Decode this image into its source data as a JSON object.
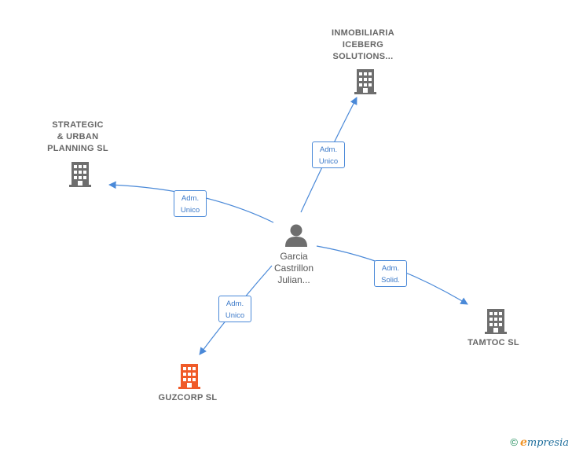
{
  "colors": {
    "edge": "#4a89d8",
    "building_default": "#6e6e6e",
    "building_highlight": "#f05a28",
    "person": "#6e6e6e"
  },
  "center": {
    "icon": "person-icon",
    "lines": [
      "Garcia",
      "Castrillon",
      "Julian..."
    ]
  },
  "companies": [
    {
      "id": "inmobiliaria",
      "icon": "building-icon",
      "highlight": false,
      "lines": [
        "INMOBILIARIA",
        "ICEBERG",
        "SOLUTIONS..."
      ]
    },
    {
      "id": "strategic",
      "icon": "building-icon",
      "highlight": false,
      "lines": [
        "STRATEGIC",
        "& URBAN",
        "PLANNING  SL"
      ]
    },
    {
      "id": "tamtoc",
      "icon": "building-icon",
      "highlight": false,
      "lines": [
        "TAMTOC  SL"
      ]
    },
    {
      "id": "guzcorp",
      "icon": "building-icon",
      "highlight": true,
      "lines": [
        "GUZCORP  SL"
      ]
    }
  ],
  "edges": [
    {
      "to": "inmobiliaria",
      "lines": [
        "Adm.",
        "Unico"
      ]
    },
    {
      "to": "strategic",
      "lines": [
        "Adm.",
        "Unico"
      ]
    },
    {
      "to": "tamtoc",
      "lines": [
        "Adm.",
        "Solid."
      ]
    },
    {
      "to": "guzcorp",
      "lines": [
        "Adm.",
        "Unico"
      ]
    }
  ],
  "footer": {
    "copyright_symbol": "©",
    "brand_initial": "e",
    "brand_rest": "mpresia"
  }
}
